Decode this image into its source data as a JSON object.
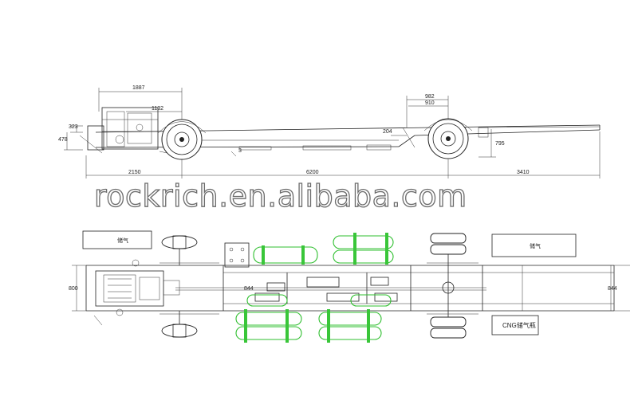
{
  "watermark": "rockrich.en.alibaba.com",
  "side_view": {
    "dimensions": {
      "d1887": "1887",
      "d1132": "1132",
      "d982": "982",
      "d910": "910",
      "d323": "323",
      "d478": "478",
      "d204": "204",
      "d795": "795",
      "d3": "3",
      "d2150": "2150",
      "d6200": "6200",
      "d3410": "3410"
    }
  },
  "plan_view": {
    "dimensions": {
      "d800": "800",
      "d844_inner": "844",
      "d844_right": "844"
    },
    "labels": {
      "box_left": "储气",
      "box_right": "储气",
      "cng_box": "CNG储气瓶"
    }
  }
}
